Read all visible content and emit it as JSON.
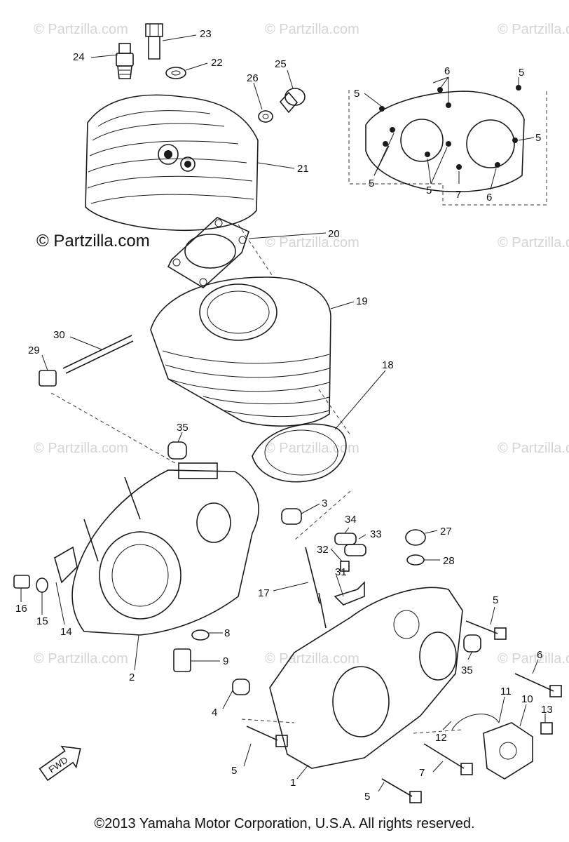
{
  "watermark_text": "© Partzilla.com",
  "main_watermark": "© Partzilla.com",
  "copyright": "©2013 Yamaha Motor Corporation, U.S.A. All rights reserved.",
  "fwd_label": "FWD",
  "callouts": [
    "23",
    "24",
    "22",
    "25",
    "26",
    "21",
    "20",
    "19",
    "30",
    "29",
    "18",
    "35",
    "3",
    "34",
    "33",
    "32",
    "27",
    "28",
    "31",
    "17",
    "16",
    "15",
    "14",
    "8",
    "9",
    "2",
    "5",
    "6",
    "11",
    "10",
    "13",
    "12",
    "4",
    "35",
    "7",
    "1",
    "5",
    "5",
    "5",
    "5",
    "6",
    "5",
    "5",
    "5",
    "7",
    "6"
  ]
}
